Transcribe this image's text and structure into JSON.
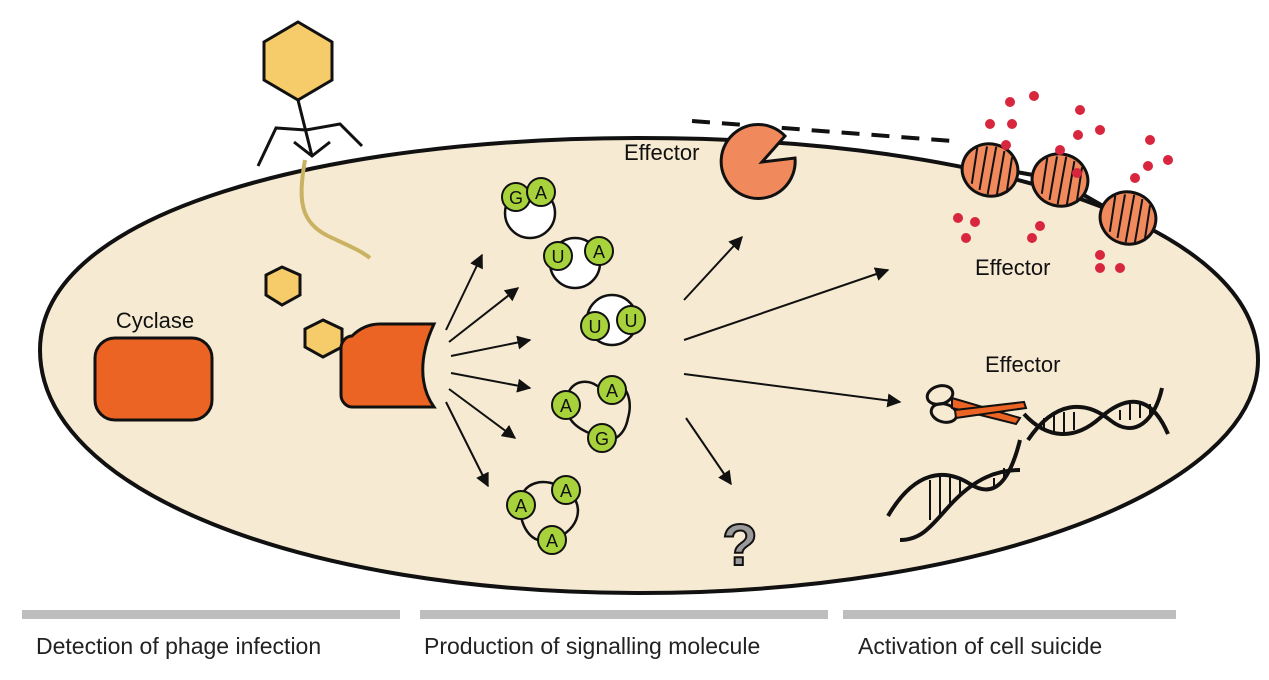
{
  "labels": {
    "cyclase": "Cyclase",
    "effector_protease": "Effector",
    "effector_pore": "Effector",
    "effector_nuclease": "Effector",
    "unknown": "?"
  },
  "molecules": [
    {
      "id": "GA",
      "bases": [
        "G",
        "A"
      ]
    },
    {
      "id": "UA",
      "bases": [
        "U",
        "A"
      ]
    },
    {
      "id": "UU",
      "bases": [
        "U",
        "U"
      ]
    },
    {
      "id": "AAG",
      "bases": [
        "A",
        "A",
        "G"
      ]
    },
    {
      "id": "AAA",
      "bases": [
        "A",
        "A",
        "A"
      ]
    }
  ],
  "stages": [
    {
      "label": "Detection of phage infection"
    },
    {
      "label": "Production of signalling molecule"
    },
    {
      "label": "Activation of cell suicide"
    }
  ],
  "colors": {
    "cell_fill": "#f7ead2",
    "cyclase": "#ec6424",
    "phage_head": "#f6cc6a",
    "nucleotide": "#a7d23c",
    "effector": "#f08a5d",
    "ion": "#d7263d",
    "stage_bar": "#bdbdbd"
  }
}
